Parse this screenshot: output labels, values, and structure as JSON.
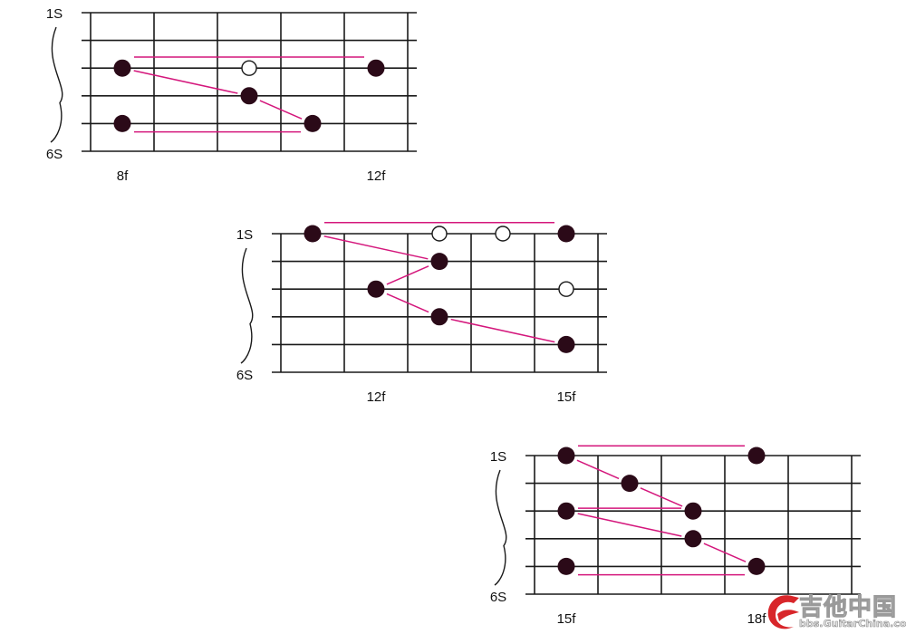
{
  "colors": {
    "grid": "#1a1a1a",
    "dot": "#2b0a18",
    "connector": "#d4177c"
  },
  "diagrams": [
    {
      "string_top_label": "1S",
      "string_bottom_label": "6S",
      "first_fret": 8,
      "fret_labels": [
        {
          "fret": 8,
          "text": "8f"
        },
        {
          "fret": 12,
          "text": "12f"
        }
      ],
      "dots": [
        {
          "string": 3,
          "fret": 8,
          "open": false
        },
        {
          "string": 3,
          "fret": 10,
          "open": true
        },
        {
          "string": 3,
          "fret": 12,
          "open": false
        },
        {
          "string": 4,
          "fret": 10,
          "open": false
        },
        {
          "string": 5,
          "fret": 8,
          "open": false
        },
        {
          "string": 5,
          "fret": 11,
          "open": false
        }
      ],
      "connectors": [
        {
          "from": [
            3,
            8
          ],
          "to": [
            3,
            12
          ],
          "offset": -0.4
        },
        {
          "from": [
            3,
            8
          ],
          "to": [
            4,
            10
          ],
          "offset": 0
        },
        {
          "from": [
            4,
            10
          ],
          "to": [
            5,
            11
          ],
          "offset": 0
        },
        {
          "from": [
            5,
            8
          ],
          "to": [
            5,
            11
          ],
          "offset": 0.3
        }
      ]
    },
    {
      "string_top_label": "1S",
      "string_bottom_label": "6S",
      "first_fret": 11,
      "fret_labels": [
        {
          "fret": 12,
          "text": "12f"
        },
        {
          "fret": 15,
          "text": "15f"
        }
      ],
      "dots": [
        {
          "string": 1,
          "fret": 11,
          "open": false
        },
        {
          "string": 1,
          "fret": 13,
          "open": true
        },
        {
          "string": 1,
          "fret": 14,
          "open": true
        },
        {
          "string": 1,
          "fret": 15,
          "open": false
        },
        {
          "string": 2,
          "fret": 13,
          "open": false
        },
        {
          "string": 3,
          "fret": 12,
          "open": false
        },
        {
          "string": 3,
          "fret": 15,
          "open": true
        },
        {
          "string": 4,
          "fret": 13,
          "open": false
        },
        {
          "string": 5,
          "fret": 15,
          "open": false
        }
      ],
      "connectors": [
        {
          "from": [
            1,
            11
          ],
          "to": [
            1,
            15
          ],
          "offset": -0.4
        },
        {
          "from": [
            1,
            11
          ],
          "to": [
            2,
            13
          ],
          "offset": 0
        },
        {
          "from": [
            3,
            12
          ],
          "to": [
            2,
            13
          ],
          "offset": 0
        },
        {
          "from": [
            3,
            12
          ],
          "to": [
            4,
            13
          ],
          "offset": 0
        },
        {
          "from": [
            4,
            13
          ],
          "to": [
            5,
            15
          ],
          "offset": 0
        }
      ]
    },
    {
      "string_top_label": "1S",
      "string_bottom_label": "6S",
      "first_fret": 15,
      "fret_labels": [
        {
          "fret": 15,
          "text": "15f"
        },
        {
          "fret": 18,
          "text": "18f"
        }
      ],
      "dots": [
        {
          "string": 1,
          "fret": 15,
          "open": false
        },
        {
          "string": 1,
          "fret": 18,
          "open": false
        },
        {
          "string": 2,
          "fret": 16,
          "open": false
        },
        {
          "string": 3,
          "fret": 15,
          "open": false
        },
        {
          "string": 3,
          "fret": 17,
          "open": false
        },
        {
          "string": 4,
          "fret": 17,
          "open": false
        },
        {
          "string": 5,
          "fret": 15,
          "open": false
        },
        {
          "string": 5,
          "fret": 18,
          "open": false
        }
      ],
      "connectors": [
        {
          "from": [
            1,
            15
          ],
          "to": [
            1,
            18
          ],
          "offset": -0.35
        },
        {
          "from": [
            1,
            15
          ],
          "to": [
            2,
            16
          ],
          "offset": 0
        },
        {
          "from": [
            2,
            16
          ],
          "to": [
            3,
            17
          ],
          "offset": 0
        },
        {
          "from": [
            3,
            15
          ],
          "to": [
            3,
            17
          ],
          "offset": -0.1
        },
        {
          "from": [
            3,
            15
          ],
          "to": [
            4,
            17
          ],
          "offset": 0
        },
        {
          "from": [
            4,
            17
          ],
          "to": [
            5,
            18
          ],
          "offset": 0
        },
        {
          "from": [
            5,
            15
          ],
          "to": [
            5,
            18
          ],
          "offset": 0.3
        }
      ]
    }
  ],
  "watermark": {
    "title": "吉他中国",
    "url": "bbs.GuitarChina.com"
  }
}
